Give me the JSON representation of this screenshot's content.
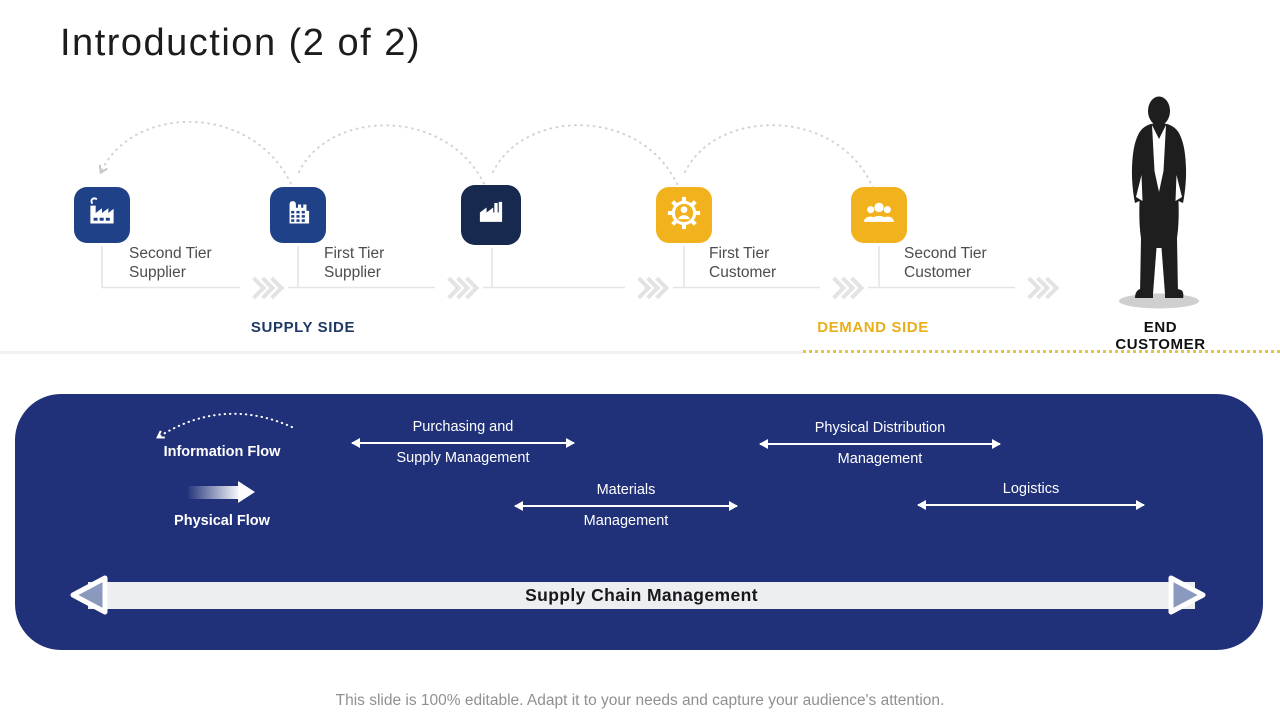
{
  "title": "Introduction (2 of 2)",
  "chain": {
    "items": [
      {
        "label": "Second Tier Supplier",
        "icon": "factory-smoke-icon",
        "color": "#1F4187"
      },
      {
        "label": "First Tier Supplier",
        "icon": "building-icon",
        "color": "#1F4187"
      },
      {
        "label": "",
        "icon": "factory-icon",
        "color": "#182950"
      },
      {
        "label": "First Tier Customer",
        "icon": "gear-user-icon",
        "color": "#F2B21E"
      },
      {
        "label": "Second Tier Customer",
        "icon": "users-icon",
        "color": "#F2B21E"
      }
    ],
    "supply_side": "SUPPLY SIDE",
    "demand_side": "DEMAND SIDE",
    "end_customer": "END CUSTOMER"
  },
  "panel": {
    "information_flow": "Information Flow",
    "physical_flow": "Physical Flow",
    "flows": [
      {
        "line1": "Purchasing and",
        "line2": "Supply Management"
      },
      {
        "line1": "Materials",
        "line2": "Management"
      },
      {
        "line1": "Physical Distribution",
        "line2": "Management"
      },
      {
        "line1": "Logistics",
        "line2": ""
      }
    ],
    "scm": "Supply Chain Management"
  },
  "footer": "This slide is 100% editable. Adapt it to your needs and capture your audience's attention.",
  "colors": {
    "tile_blue": "#1F4187",
    "tile_dark_navy": "#182950",
    "tile_yellow": "#F2B21E",
    "panel_navy": "#213179",
    "supply_side_navy": "#1F3864",
    "demand_side_yellow": "#E8AF1C",
    "end_customer_black": "#111111",
    "dotted_line_yellow": "#E6C53E",
    "footer_gray": "#909090"
  }
}
